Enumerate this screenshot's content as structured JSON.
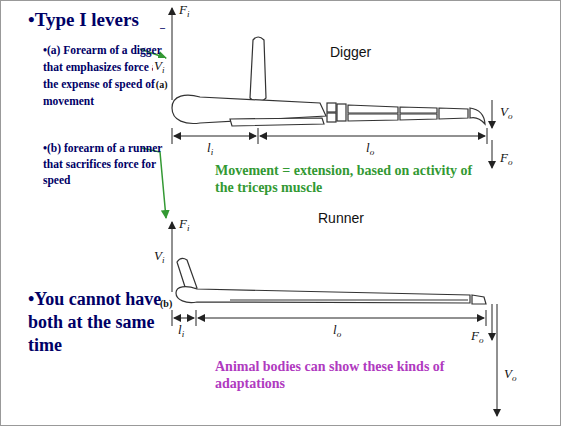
{
  "diagram": {
    "title": "•Type I levers",
    "labels": [
      "–",
      "•(a) Forearm of a digger that emphasizes force at the expense of speed of movement",
      "(a)",
      "•(b) forearm of a runner that sacrifices force for speed",
      "•You cannot have both at the same time",
      "(b)",
      "Digger",
      "Fi",
      "Vi",
      "li",
      "lo",
      "Vo",
      "Fo",
      "Movement = extension, based on activity of the triceps muscle",
      "Runner",
      "Fi",
      "Vi",
      "li",
      "lo",
      "Fo",
      "Vo",
      "Animal bodies can show these kinds of adaptations"
    ]
  }
}
